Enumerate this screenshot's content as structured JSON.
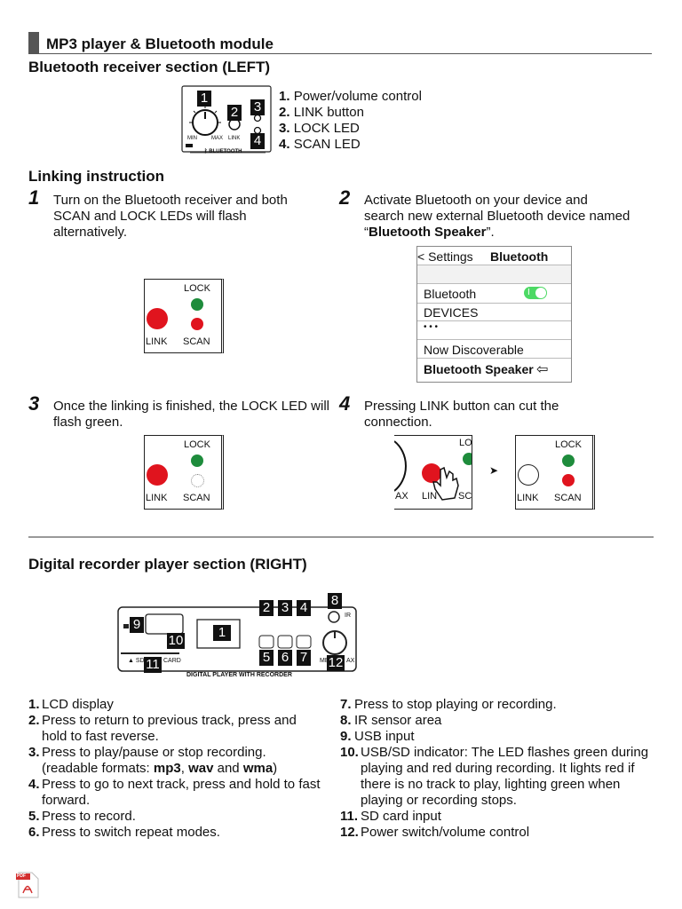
{
  "header": {
    "title": "MP3 player & Bluetooth module"
  },
  "bt_section": {
    "title": "Bluetooth receiver section (LEFT)",
    "diagram": {
      "min": "MIN",
      "max": "MAX",
      "link": "LINK",
      "brand": "BLUETOOTH",
      "nums": [
        "1",
        "2",
        "3",
        "4"
      ]
    },
    "legend": [
      {
        "n": "1.",
        "t": "Power/volume control"
      },
      {
        "n": "2.",
        "t": "LINK button"
      },
      {
        "n": "3.",
        "t": "LOCK LED"
      },
      {
        "n": "4.",
        "t": "SCAN LED"
      }
    ]
  },
  "linking": {
    "title": "Linking instruction",
    "steps": [
      {
        "num": "1",
        "text": "Turn on the Bluetooth receiver and both SCAN and LOCK LEDs will flash alternatively."
      },
      {
        "num": "2",
        "text_pre": "Activate Bluetooth on your device and search new external Bluetooth device named “",
        "text_bold": "Bluetooth Speaker",
        "text_post": "”."
      },
      {
        "num": "3",
        "text": "Once the linking is finished, the LOCK LED will flash green."
      },
      {
        "num": "4",
        "text": "Pressing LINK button can cut the connection."
      }
    ],
    "panel": {
      "lock": "LOCK",
      "link": "LINK",
      "scan": "SCAN",
      "lock_partial": "LOC",
      "max_partial": "AX",
      "link_partial": "LIN",
      "scan_partial": "SC"
    },
    "phone": {
      "back": "< Settings",
      "title": "Bluetooth",
      "rows": [
        "Bluetooth",
        "DEVICES",
        "• • •",
        "Now Discoverable",
        "Bluetooth Speaker"
      ],
      "toggle_on": true,
      "toggle_glyph": "I",
      "arrow_glyph": "⇦"
    },
    "arrow": "➤"
  },
  "dr_section": {
    "title": "Digital recorder player section (RIGHT)",
    "diagram": {
      "caption": "DIGITAL PLAYER WITH RECORDER",
      "ir": "IR",
      "sd": "▲ SD",
      "card": "CARD",
      "me": "ME",
      "ax": "AX",
      "nums": [
        "1",
        "2",
        "3",
        "4",
        "5",
        "6",
        "7",
        "8",
        "9",
        "10",
        "11",
        "12"
      ]
    },
    "list_left": [
      {
        "n": "1.",
        "t": "LCD display"
      },
      {
        "n": "2.",
        "t": "Press to return to previous track, press and hold to fast reverse."
      },
      {
        "n": "3.",
        "t_pre": "Press to play/pause or stop recording. (readable formats: ",
        "b1": "mp3",
        "s1": ", ",
        "b2": "wav",
        "s2": " and ",
        "b3": "wma",
        "t_post": ")"
      },
      {
        "n": "4.",
        "t": "Press to go to next track, press and hold to fast forward."
      },
      {
        "n": "5.",
        "t": "Press to record."
      },
      {
        "n": "6.",
        "t": "Press to switch repeat modes."
      }
    ],
    "list_right": [
      {
        "n": "7.",
        "t": "Press to stop playing or recording."
      },
      {
        "n": "8.",
        "t": "IR sensor area"
      },
      {
        "n": "9.",
        "t": "USB input"
      },
      {
        "n": "10.",
        "t": "USB/SD indicator: The LED flashes green during playing and red during recording. It lights red if there is no track to play, lighting green when playing or recording stops."
      },
      {
        "n": "11.",
        "t": "SD card input"
      },
      {
        "n": "12.",
        "t": "Power switch/volume control"
      }
    ]
  },
  "footer": {
    "pdf_label": "PDF"
  },
  "colors": {
    "green": "#1e8c3c",
    "red": "#e0141e",
    "toggle": "#4cd964"
  }
}
